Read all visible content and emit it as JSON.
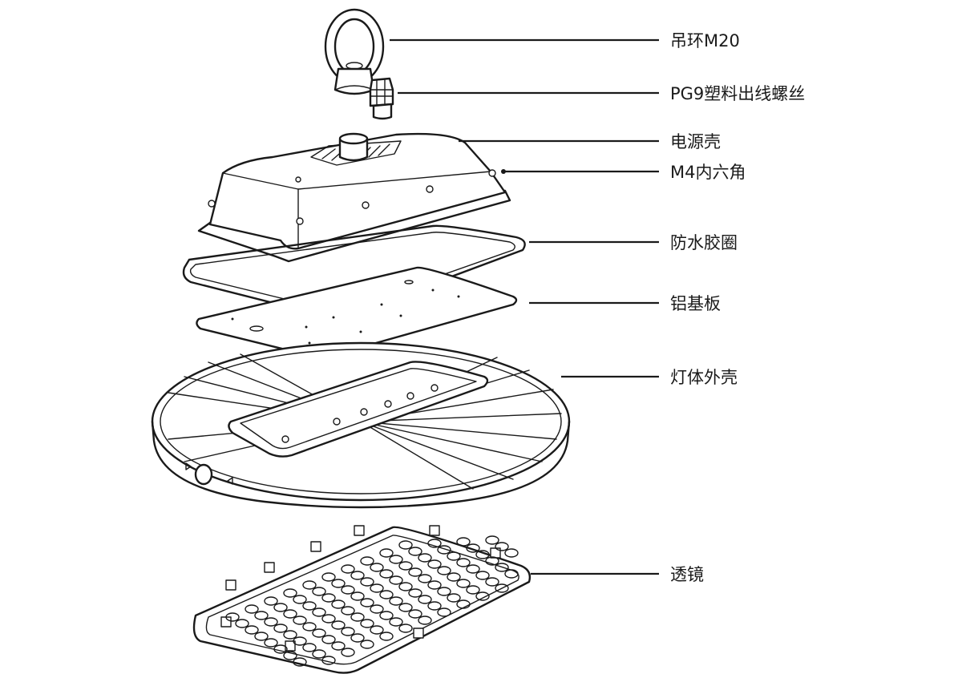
{
  "diagram": {
    "labels": [
      {
        "id": "eye_bolt",
        "text": "吊环M20"
      },
      {
        "id": "cable_gland",
        "text": "PG9塑料出线螺丝"
      },
      {
        "id": "driver_housing",
        "text": "电源壳"
      },
      {
        "id": "hex_screw",
        "text": "M4内六角"
      },
      {
        "id": "gasket",
        "text": "防水胶圈"
      },
      {
        "id": "aluminum_plate",
        "text": "铝基板"
      },
      {
        "id": "lamp_body",
        "text": "灯体外壳"
      },
      {
        "id": "lens",
        "text": "透镜"
      }
    ]
  }
}
